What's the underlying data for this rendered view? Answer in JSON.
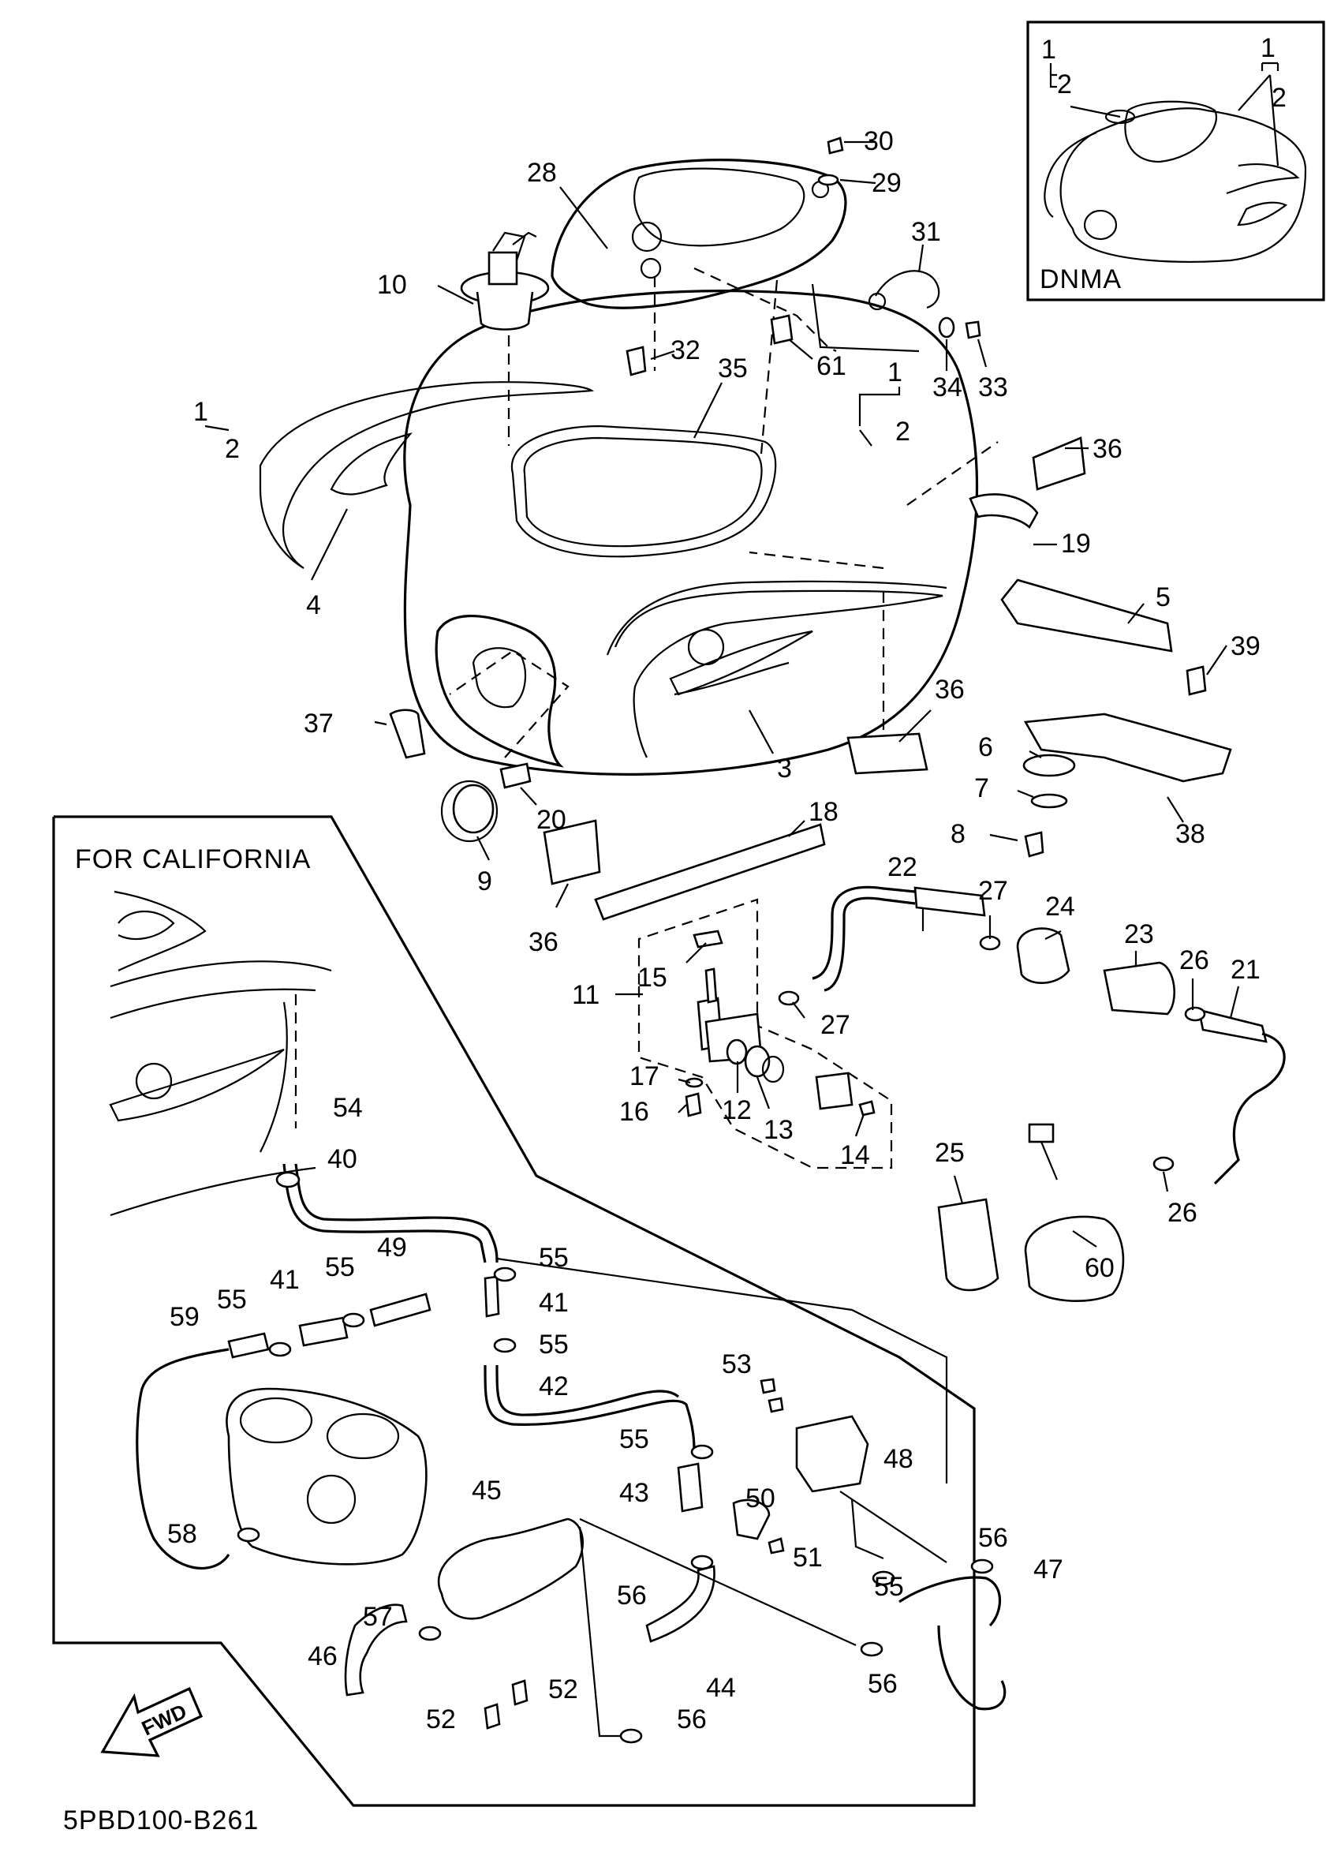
{
  "diagram": {
    "code": "5PBD100-B261",
    "inset_label": "DNMA",
    "california_label": "FOR CALIFORNIA",
    "fwd_label": "FWD"
  },
  "callouts": {
    "n1": "1",
    "n2": "2",
    "n3": "3",
    "n4": "4",
    "n5": "5",
    "n6": "6",
    "n7": "7",
    "n8": "8",
    "n9": "9",
    "n10": "10",
    "n11": "11",
    "n12": "12",
    "n13": "13",
    "n14": "14",
    "n15": "15",
    "n16": "16",
    "n17": "17",
    "n18": "18",
    "n19": "19",
    "n20": "20",
    "n21": "21",
    "n22": "22",
    "n23": "23",
    "n24": "24",
    "n25": "25",
    "n26": "26",
    "n27": "27",
    "n28": "28",
    "n29": "29",
    "n30": "30",
    "n31": "31",
    "n32": "32",
    "n33": "33",
    "n34": "34",
    "n35": "35",
    "n36": "36",
    "n37": "37",
    "n38": "38",
    "n39": "39",
    "n40": "40",
    "n41": "41",
    "n42": "42",
    "n43": "43",
    "n44": "44",
    "n45": "45",
    "n46": "46",
    "n47": "47",
    "n48": "48",
    "n49": "49",
    "n50": "50",
    "n51": "51",
    "n52": "52",
    "n53": "53",
    "n54": "54",
    "n55": "55",
    "n56": "56",
    "n57": "57",
    "n58": "58",
    "n59": "59",
    "n60": "60",
    "n61": "61"
  }
}
